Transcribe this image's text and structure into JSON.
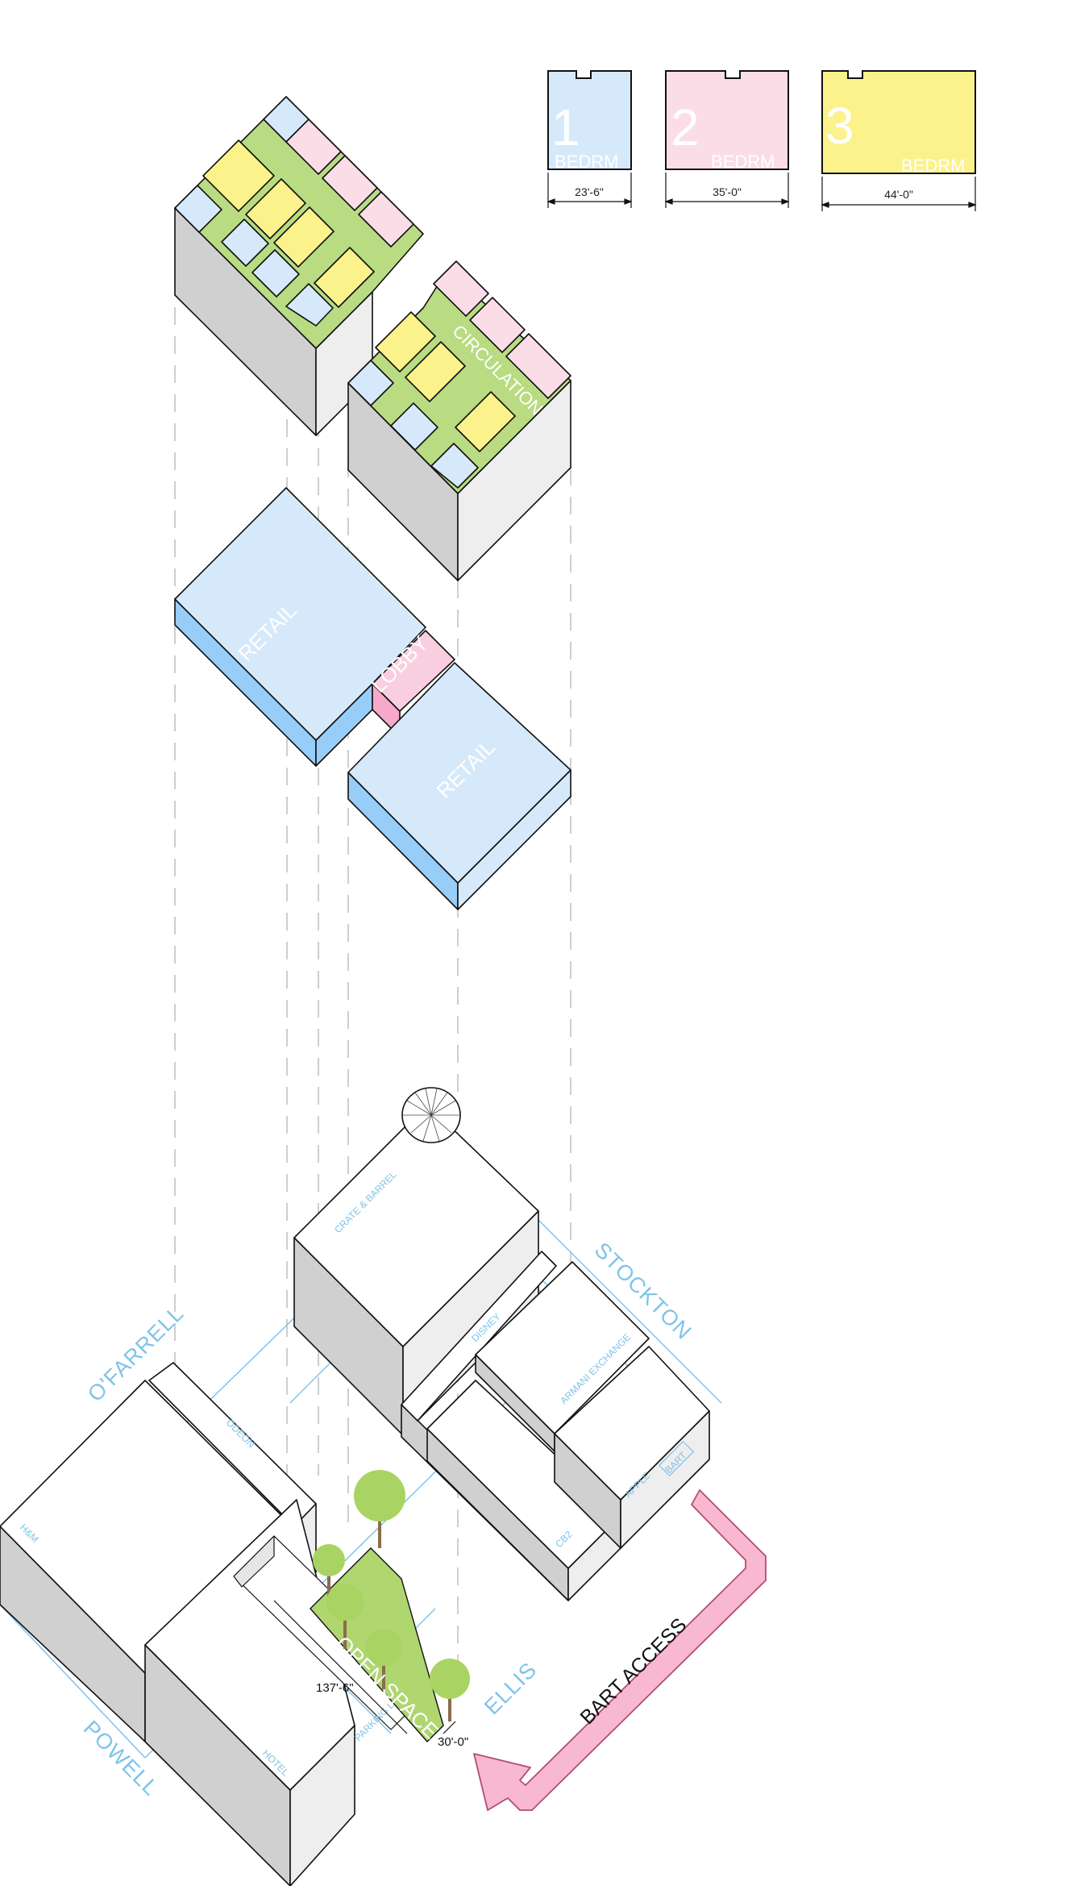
{
  "colors": {
    "one_bed": "#d6e9fb",
    "two_bed": "#fbdde8",
    "three_bed": "#fbf28c",
    "circulation": "#b9db82",
    "retail": "#d6e9fb",
    "retail_side": "#98cdf7",
    "lobby": "#f9cfe0",
    "lobby_side": "#f6a9cb",
    "street_label": "#7fc3ea",
    "open_space": "#b0d670",
    "tree": "#a9d363",
    "tree_trunk": "#8a6d4a",
    "bart_arrow": "#f7b8d0"
  },
  "legend": [
    {
      "num": "1",
      "label": "BEDRM",
      "dim": "23'-6\"",
      "icon": "unit-1-bed-icon"
    },
    {
      "num": "2",
      "label": "BEDRM",
      "dim": "35'-0\"",
      "icon": "unit-2-bed-icon"
    },
    {
      "num": "3",
      "label": "BEDRM",
      "dim": "44'-0\"",
      "icon": "unit-3-bed-icon"
    }
  ],
  "residential": {
    "circulation_label": "CIRCULATION"
  },
  "ground": {
    "retail_1": "RETAIL",
    "retail_2": "RETAIL",
    "lobby": "LOBBY"
  },
  "site": {
    "streets": {
      "ofarrell": "O'FARRELL",
      "stockton": "STOCKTON",
      "ellis": "ELLIS",
      "powell": "POWELL"
    },
    "buildings": {
      "crate": "CRATE & BARREL",
      "disney": "DISNEY",
      "armani": "ARMANI EXCHANGE",
      "apple": "APPLE",
      "bart": "BART",
      "cb2": "CB2",
      "odeon": "ODEON",
      "hm": "H&M",
      "hotel": "HOTEL",
      "parking": "PARKING LOT"
    },
    "open_space": "OPEN SPACE",
    "dim_length": "137'-6\"",
    "dim_width": "30'-0\"",
    "bart_access": "BART ACCESS"
  }
}
